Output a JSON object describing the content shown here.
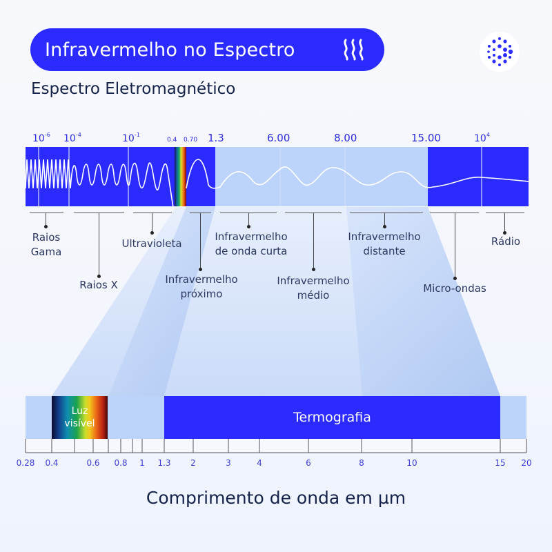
{
  "header": {
    "title": "Infravermelho no Espectro",
    "icon": "heat-waves-icon",
    "logo": "dot-circle-logo"
  },
  "subtitle": "Espectro Eletromagnético",
  "colors": {
    "primary_blue": "#2b2bff",
    "light_blue": "#bcd4fb",
    "text_dark": "#15234a",
    "tick_blue": "#3d3dd6"
  },
  "top_spectrum": {
    "scale_labels": [
      {
        "base": "10",
        "exp": "-6"
      },
      {
        "base": "10",
        "exp": "-4"
      },
      {
        "base": "10",
        "exp": "-1"
      },
      {
        "text": "0.4"
      },
      {
        "text": "0.70"
      },
      {
        "text": "1.3"
      },
      {
        "text": "6.00"
      },
      {
        "text": "8.00"
      },
      {
        "text": "15.00"
      },
      {
        "base": "10",
        "exp": "4"
      }
    ],
    "bands": [
      {
        "label_line1": "Raios",
        "label_line2": "Gama"
      },
      {
        "label_line1": "Raios X",
        "label_line2": ""
      },
      {
        "label_line1": "Ultravioleta",
        "label_line2": ""
      },
      {
        "label_line1": "Infravermelho",
        "label_line2": "próximo"
      },
      {
        "label_line1": "Infravermelho",
        "label_line2": "de onda curta"
      },
      {
        "label_line1": "Infravermelho",
        "label_line2": "médio"
      },
      {
        "label_line1": "Infravermelho",
        "label_line2": "distante"
      },
      {
        "label_line1": "Micro-ondas",
        "label_line2": ""
      },
      {
        "label_line1": "Rádio",
        "label_line2": ""
      }
    ]
  },
  "bottom_bar": {
    "visible_label_line1": "Luz",
    "visible_label_line2": "visível",
    "thermography_label": "Termografia",
    "ticks": [
      "0.28",
      "0.4",
      "0.6",
      "0.8",
      "1",
      "1.3",
      "2",
      "3",
      "4",
      "6",
      "8",
      "10",
      "15",
      "20"
    ]
  },
  "axis_title": "Comprimento de onda em µm"
}
